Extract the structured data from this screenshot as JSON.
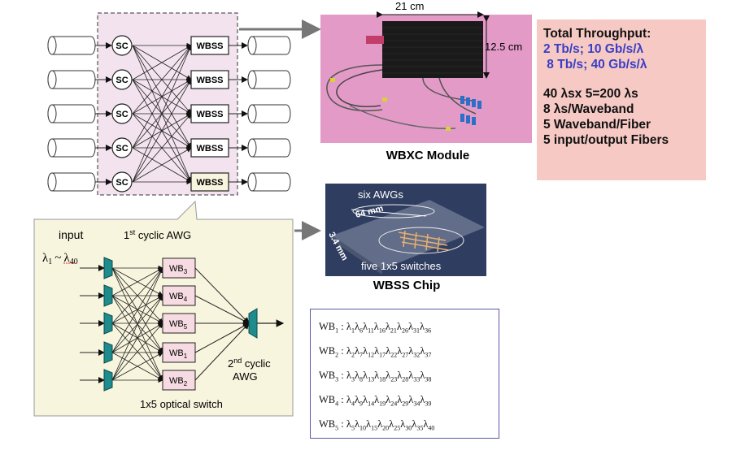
{
  "main_diagram": {
    "sc_label": "SC",
    "wbss_label": "WBSS",
    "rows": 5
  },
  "module": {
    "caption": "WBXC Module",
    "width_label": "21 cm",
    "height_label": "12.5 cm"
  },
  "chip": {
    "caption": "WBSS Chip",
    "awg_label": "six AWGs",
    "length_label": "64 mm",
    "width_label": "3.4 mm",
    "switch_label": "five 1x5 switches"
  },
  "detail": {
    "input_label": "input",
    "range_from": "λ",
    "range_from_sub": "1",
    "range_sep": "~",
    "range_to": "λ",
    "range_to_sub": "40",
    "awg1_prefix": "1",
    "awg1_sup": "st",
    "awg1_rest": " cyclic AWG",
    "awg2_prefix": "2",
    "awg2_sup": "nd",
    "awg2_rest": " cyclic",
    "awg2_line2": "AWG",
    "switch_label": "1x5 optical switch",
    "wb_blocks": [
      {
        "base": "WB",
        "sub": "3"
      },
      {
        "base": "WB",
        "sub": "4"
      },
      {
        "base": "WB",
        "sub": "5"
      },
      {
        "base": "WB",
        "sub": "1"
      },
      {
        "base": "WB",
        "sub": "2"
      }
    ]
  },
  "throughput": {
    "title": "Total Throughput:",
    "line1": "2 Tb/s; 10 Gb/s/λ",
    "line2": " 8 Tb/s; 40 Gb/s/λ",
    "line3": "40 λsx 5=200 λs",
    "line4": "8 λs/Waveband",
    "line5": "5 Waveband/Fiber",
    "line6": "5 input/output Fibers"
  },
  "wb_table": [
    {
      "name": "WB",
      "sub": "1",
      "lambdas": [
        "1",
        "6",
        "11",
        "16",
        "21",
        "26",
        "31",
        "36"
      ]
    },
    {
      "name": "WB",
      "sub": "2",
      "lambdas": [
        "2",
        "7",
        "12",
        "17",
        "22",
        "27",
        "32",
        "37"
      ]
    },
    {
      "name": "WB",
      "sub": "3",
      "lambdas": [
        "3",
        "8",
        "13",
        "18",
        "23",
        "28",
        "33",
        "38"
      ]
    },
    {
      "name": "WB",
      "sub": "4",
      "lambdas": [
        "4",
        "9",
        "14",
        "19",
        "24",
        "29",
        "34",
        "39"
      ]
    },
    {
      "name": "WB",
      "sub": "5",
      "lambdas": [
        "5",
        "10",
        "15",
        "20",
        "25",
        "30",
        "35",
        "40"
      ]
    }
  ],
  "symbols": {
    "lambda": "λ",
    "colon": " :"
  },
  "colors": {
    "dashed_box_fill": "#f3e3ee",
    "detail_fill": "#f8f5de",
    "wb_fill": "#f7dbe3",
    "awg_fill": "#1e8c8c",
    "throughput_fill": "#f6c9c4",
    "blue_text": "#3a3fc4",
    "module_bg": "#e39ac7",
    "chip_bg": "#2f3d60"
  }
}
